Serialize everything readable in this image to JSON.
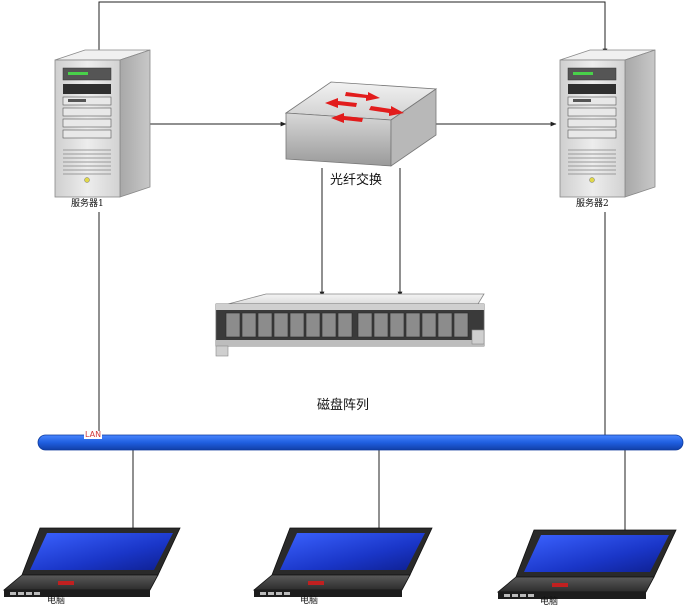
{
  "diagram": {
    "servers": [
      {
        "id": "server-1",
        "label": "服务器1"
      },
      {
        "id": "server-2",
        "label": "服务器2"
      }
    ],
    "switch": {
      "label": "光纤交换"
    },
    "disk_array": {
      "label": "磁盘阵列"
    },
    "network": {
      "label": "LAN"
    },
    "computers": [
      {
        "id": "pc-1",
        "label": "电脑"
      },
      {
        "id": "pc-2",
        "label": "电脑"
      },
      {
        "id": "pc-3",
        "label": "电脑"
      }
    ],
    "colors": {
      "lan_bus": "#1f5fe0",
      "screen": "#1f3fd6",
      "switch_arrow": "#e21c1c",
      "server_body": "#e3e3e3",
      "lines": "#222222"
    }
  }
}
